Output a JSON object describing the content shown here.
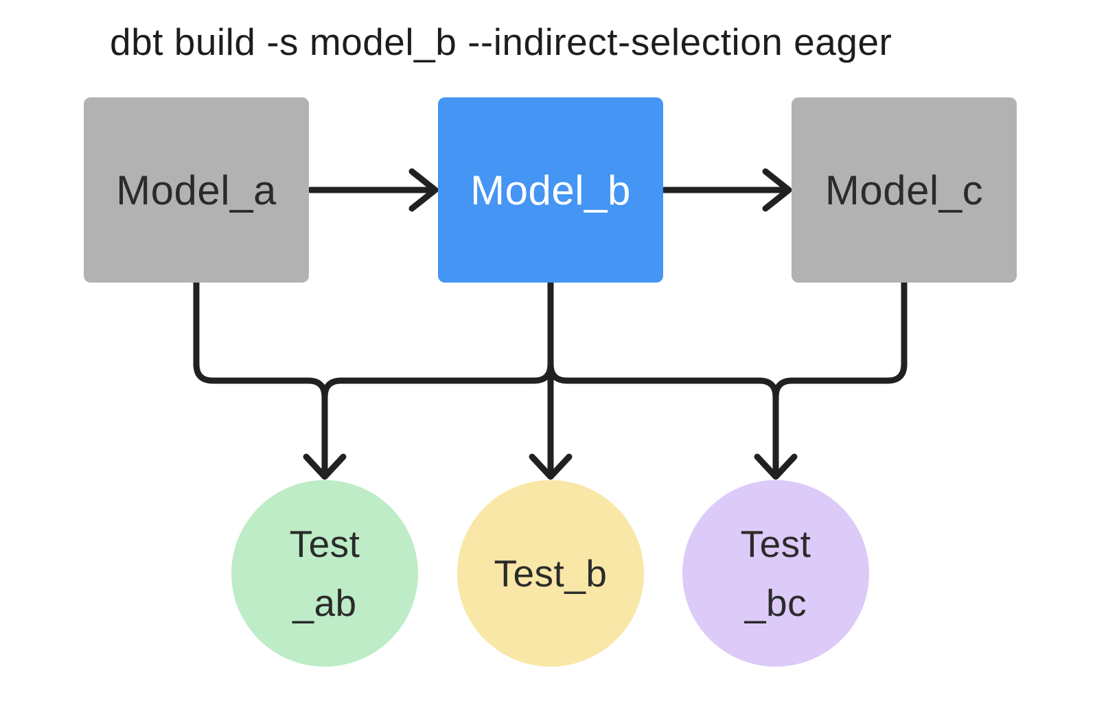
{
  "title": "dbt build -s model_b --indirect-selection eager",
  "nodes": {
    "models": [
      {
        "id": "model_a",
        "label": "Model_a",
        "fill": "#b2b2b2",
        "text_color": "#2b2b2b",
        "selected": false
      },
      {
        "id": "model_b",
        "label": "Model_b",
        "fill": "#4495f4",
        "text_color": "#ffffff",
        "selected": true
      },
      {
        "id": "model_c",
        "label": "Model_c",
        "fill": "#b2b2b2",
        "text_color": "#2b2b2b",
        "selected": false
      }
    ],
    "tests": [
      {
        "id": "test_ab",
        "lines": [
          "Test",
          "_ab"
        ],
        "fill": "#bdecc6",
        "text_color": "#2b2b2b"
      },
      {
        "id": "test_b",
        "lines": [
          "Test_b"
        ],
        "fill": "#f8e7a7",
        "text_color": "#2b2b2b"
      },
      {
        "id": "test_bc",
        "lines": [
          "Test",
          "_bc"
        ],
        "fill": "#dccaf8",
        "text_color": "#2b2b2b"
      }
    ]
  },
  "edges": [
    {
      "from": "model_a",
      "to": "model_b",
      "style": "arrow"
    },
    {
      "from": "model_b",
      "to": "model_c",
      "style": "arrow"
    },
    {
      "from": "model_a",
      "to": "test_ab",
      "style": "arrow"
    },
    {
      "from": "model_b",
      "to": "test_ab",
      "style": "arrow"
    },
    {
      "from": "model_b",
      "to": "test_b",
      "style": "arrow"
    },
    {
      "from": "model_b",
      "to": "test_bc",
      "style": "arrow"
    },
    {
      "from": "model_c",
      "to": "test_bc",
      "style": "arrow"
    }
  ],
  "colors": {
    "background": "#ffffff",
    "line": "#212121",
    "model_default": "#b2b2b2",
    "model_selected": "#4495f4",
    "test_ab": "#bdecc6",
    "test_b": "#f8e7a7",
    "test_bc": "#dccaf8"
  }
}
